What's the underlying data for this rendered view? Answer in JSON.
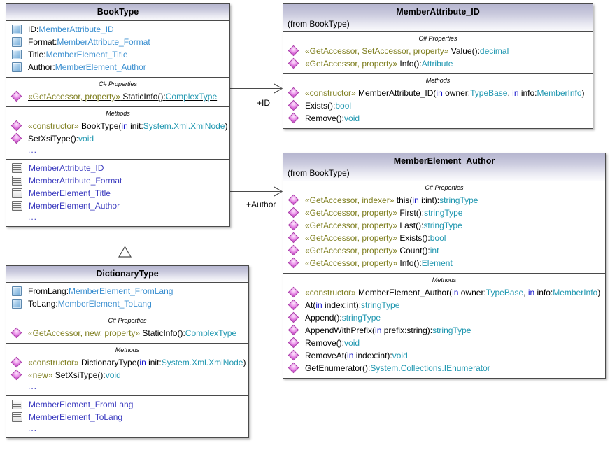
{
  "diagram": {
    "type": "uml-class-diagram",
    "classes": [
      {
        "id": "booktype",
        "name": "BookType",
        "from": "",
        "compartments": [
          {
            "label": "",
            "rows": [
              {
                "icon": "attribute-icon",
                "parts": [
                  {
                    "t": "ID:",
                    "c": "name"
                  },
                  {
                    "t": "MemberAttribute_ID",
                    "c": "attrtype"
                  }
                ]
              },
              {
                "icon": "attribute-icon",
                "parts": [
                  {
                    "t": "Format:",
                    "c": "name"
                  },
                  {
                    "t": "MemberAttribute_Format",
                    "c": "attrtype"
                  }
                ]
              },
              {
                "icon": "attribute-icon",
                "parts": [
                  {
                    "t": "Title:",
                    "c": "name"
                  },
                  {
                    "t": "MemberElement_Title",
                    "c": "attrtype"
                  }
                ]
              },
              {
                "icon": "attribute-icon",
                "parts": [
                  {
                    "t": "Author:",
                    "c": "name"
                  },
                  {
                    "t": "MemberElement_Author",
                    "c": "attrtype"
                  }
                ]
              }
            ]
          },
          {
            "label": "C# Properties",
            "rows": [
              {
                "icon": "operation-icon",
                "static": true,
                "parts": [
                  {
                    "t": "«GetAccessor, property»",
                    "c": "stereo"
                  },
                  {
                    "t": " StaticInfo():",
                    "c": "name"
                  },
                  {
                    "t": "ComplexType",
                    "c": "type"
                  }
                ]
              }
            ]
          },
          {
            "label": "Methods",
            "rows": [
              {
                "icon": "operation-icon",
                "parts": [
                  {
                    "t": "«constructor»",
                    "c": "stereo"
                  },
                  {
                    "t": " BookType(",
                    "c": "name"
                  },
                  {
                    "t": "in",
                    "c": "kw"
                  },
                  {
                    "t": " init:",
                    "c": "name"
                  },
                  {
                    "t": "System.Xml.XmlNode",
                    "c": "type"
                  },
                  {
                    "t": ")",
                    "c": "name"
                  }
                ]
              },
              {
                "icon": "operation-icon",
                "parts": [
                  {
                    "t": "SetXsiType():",
                    "c": "name"
                  },
                  {
                    "t": "void",
                    "c": "type"
                  }
                ]
              }
            ],
            "ellipsis": "..."
          },
          {
            "label": "",
            "rows": [
              {
                "icon": "nested-class-icon",
                "parts": [
                  {
                    "t": "MemberAttribute_ID",
                    "c": "blue"
                  }
                ]
              },
              {
                "icon": "nested-class-icon",
                "parts": [
                  {
                    "t": "MemberAttribute_Format",
                    "c": "blue"
                  }
                ]
              },
              {
                "icon": "nested-class-icon",
                "parts": [
                  {
                    "t": "MemberElement_Title",
                    "c": "blue"
                  }
                ]
              },
              {
                "icon": "nested-class-icon",
                "parts": [
                  {
                    "t": "MemberElement_Author",
                    "c": "blue"
                  }
                ]
              }
            ],
            "ellipsis": "..."
          }
        ]
      },
      {
        "id": "dictionarytype",
        "name": "DictionaryType",
        "from": "",
        "compartments": [
          {
            "label": "",
            "rows": [
              {
                "icon": "attribute-icon",
                "parts": [
                  {
                    "t": "FromLang:",
                    "c": "name"
                  },
                  {
                    "t": "MemberElement_FromLang",
                    "c": "attrtype"
                  }
                ]
              },
              {
                "icon": "attribute-icon",
                "parts": [
                  {
                    "t": "ToLang:",
                    "c": "name"
                  },
                  {
                    "t": "MemberElement_ToLang",
                    "c": "attrtype"
                  }
                ]
              }
            ]
          },
          {
            "label": "C# Properties",
            "rows": [
              {
                "icon": "operation-icon",
                "static": true,
                "parts": [
                  {
                    "t": "«GetAccessor, new, property»",
                    "c": "stereo"
                  },
                  {
                    "t": " StaticInfo():",
                    "c": "name"
                  },
                  {
                    "t": "ComplexType",
                    "c": "type"
                  }
                ]
              }
            ]
          },
          {
            "label": "Methods",
            "rows": [
              {
                "icon": "operation-icon",
                "parts": [
                  {
                    "t": "«constructor»",
                    "c": "stereo"
                  },
                  {
                    "t": " DictionaryType(",
                    "c": "name"
                  },
                  {
                    "t": "in",
                    "c": "kw"
                  },
                  {
                    "t": " init:",
                    "c": "name"
                  },
                  {
                    "t": "System.Xml.XmlNode",
                    "c": "type"
                  },
                  {
                    "t": ")",
                    "c": "name"
                  }
                ]
              },
              {
                "icon": "operation-icon",
                "parts": [
                  {
                    "t": "«new»",
                    "c": "stereo"
                  },
                  {
                    "t": " SetXsiType():",
                    "c": "name"
                  },
                  {
                    "t": "void",
                    "c": "type"
                  }
                ]
              }
            ],
            "ellipsis": "..."
          },
          {
            "label": "",
            "rows": [
              {
                "icon": "nested-class-icon",
                "parts": [
                  {
                    "t": "MemberElement_FromLang",
                    "c": "blue"
                  }
                ]
              },
              {
                "icon": "nested-class-icon",
                "parts": [
                  {
                    "t": "MemberElement_ToLang",
                    "c": "blue"
                  }
                ]
              }
            ],
            "ellipsis": "..."
          }
        ]
      },
      {
        "id": "memberattribute_id",
        "name": "MemberAttribute_ID",
        "from": "(from BookType)",
        "compartments": [
          {
            "label": "C# Properties",
            "rows": [
              {
                "icon": "operation-icon",
                "parts": [
                  {
                    "t": "«GetAccessor, SetAccessor, property»",
                    "c": "stereo"
                  },
                  {
                    "t": " Value():",
                    "c": "name"
                  },
                  {
                    "t": "decimal",
                    "c": "type"
                  }
                ]
              },
              {
                "icon": "operation-icon",
                "parts": [
                  {
                    "t": "«GetAccessor, property»",
                    "c": "stereo"
                  },
                  {
                    "t": " Info():",
                    "c": "name"
                  },
                  {
                    "t": "Attribute",
                    "c": "type"
                  }
                ]
              }
            ]
          },
          {
            "label": "Methods",
            "rows": [
              {
                "icon": "operation-icon",
                "parts": [
                  {
                    "t": "«constructor»",
                    "c": "stereo"
                  },
                  {
                    "t": " MemberAttribute_ID(",
                    "c": "name"
                  },
                  {
                    "t": "in",
                    "c": "kw"
                  },
                  {
                    "t": " owner:",
                    "c": "name"
                  },
                  {
                    "t": "TypeBase",
                    "c": "type"
                  },
                  {
                    "t": ", ",
                    "c": "name"
                  },
                  {
                    "t": "in",
                    "c": "kw"
                  },
                  {
                    "t": " info:",
                    "c": "name"
                  },
                  {
                    "t": "MemberInfo",
                    "c": "type"
                  },
                  {
                    "t": ")",
                    "c": "name"
                  }
                ]
              },
              {
                "icon": "operation-icon",
                "parts": [
                  {
                    "t": "Exists():",
                    "c": "name"
                  },
                  {
                    "t": "bool",
                    "c": "type"
                  }
                ]
              },
              {
                "icon": "operation-icon",
                "parts": [
                  {
                    "t": "Remove():",
                    "c": "name"
                  },
                  {
                    "t": "void",
                    "c": "type"
                  }
                ]
              }
            ]
          }
        ]
      },
      {
        "id": "memberelement_author",
        "name": "MemberElement_Author",
        "from": "(from BookType)",
        "compartments": [
          {
            "label": "C# Properties",
            "rows": [
              {
                "icon": "operation-icon",
                "parts": [
                  {
                    "t": "«GetAccessor, indexer»",
                    "c": "stereo"
                  },
                  {
                    "t": " this(",
                    "c": "name"
                  },
                  {
                    "t": "in",
                    "c": "kw"
                  },
                  {
                    "t": " i:int):",
                    "c": "name"
                  },
                  {
                    "t": "stringType",
                    "c": "type"
                  }
                ]
              },
              {
                "icon": "operation-icon",
                "parts": [
                  {
                    "t": "«GetAccessor, property»",
                    "c": "stereo"
                  },
                  {
                    "t": " First():",
                    "c": "name"
                  },
                  {
                    "t": "stringType",
                    "c": "type"
                  }
                ]
              },
              {
                "icon": "operation-icon",
                "parts": [
                  {
                    "t": "«GetAccessor, property»",
                    "c": "stereo"
                  },
                  {
                    "t": " Last():",
                    "c": "name"
                  },
                  {
                    "t": "stringType",
                    "c": "type"
                  }
                ]
              },
              {
                "icon": "operation-icon",
                "parts": [
                  {
                    "t": "«GetAccessor, property»",
                    "c": "stereo"
                  },
                  {
                    "t": " Exists():",
                    "c": "name"
                  },
                  {
                    "t": "bool",
                    "c": "type"
                  }
                ]
              },
              {
                "icon": "operation-icon",
                "parts": [
                  {
                    "t": "«GetAccessor, property»",
                    "c": "stereo"
                  },
                  {
                    "t": " Count():",
                    "c": "name"
                  },
                  {
                    "t": "int",
                    "c": "type"
                  }
                ]
              },
              {
                "icon": "operation-icon",
                "parts": [
                  {
                    "t": "«GetAccessor, property»",
                    "c": "stereo"
                  },
                  {
                    "t": " Info():",
                    "c": "name"
                  },
                  {
                    "t": "Element",
                    "c": "type"
                  }
                ]
              }
            ]
          },
          {
            "label": "Methods",
            "rows": [
              {
                "icon": "operation-icon",
                "parts": [
                  {
                    "t": "«constructor»",
                    "c": "stereo"
                  },
                  {
                    "t": " MemberElement_Author(",
                    "c": "name"
                  },
                  {
                    "t": "in",
                    "c": "kw"
                  },
                  {
                    "t": " owner:",
                    "c": "name"
                  },
                  {
                    "t": "TypeBase",
                    "c": "type"
                  },
                  {
                    "t": ", ",
                    "c": "name"
                  },
                  {
                    "t": "in",
                    "c": "kw"
                  },
                  {
                    "t": " info:",
                    "c": "name"
                  },
                  {
                    "t": "MemberInfo",
                    "c": "type"
                  },
                  {
                    "t": ")",
                    "c": "name"
                  }
                ]
              },
              {
                "icon": "operation-icon",
                "parts": [
                  {
                    "t": "At(",
                    "c": "name"
                  },
                  {
                    "t": "in",
                    "c": "kw"
                  },
                  {
                    "t": " index:int):",
                    "c": "name"
                  },
                  {
                    "t": "stringType",
                    "c": "type"
                  }
                ]
              },
              {
                "icon": "operation-icon",
                "parts": [
                  {
                    "t": "Append():",
                    "c": "name"
                  },
                  {
                    "t": "stringType",
                    "c": "type"
                  }
                ]
              },
              {
                "icon": "operation-icon",
                "parts": [
                  {
                    "t": "AppendWithPrefix(",
                    "c": "name"
                  },
                  {
                    "t": "in",
                    "c": "kw"
                  },
                  {
                    "t": " prefix:string):",
                    "c": "name"
                  },
                  {
                    "t": "stringType",
                    "c": "type"
                  }
                ]
              },
              {
                "icon": "operation-icon",
                "parts": [
                  {
                    "t": "Remove():",
                    "c": "name"
                  },
                  {
                    "t": "void",
                    "c": "type"
                  }
                ]
              },
              {
                "icon": "operation-icon",
                "parts": [
                  {
                    "t": "RemoveAt(",
                    "c": "name"
                  },
                  {
                    "t": "in",
                    "c": "kw"
                  },
                  {
                    "t": " index:int):",
                    "c": "name"
                  },
                  {
                    "t": "void",
                    "c": "type"
                  }
                ]
              },
              {
                "icon": "operation-icon",
                "parts": [
                  {
                    "t": "GetEnumerator():",
                    "c": "name"
                  },
                  {
                    "t": "System.Collections.IEnumerator",
                    "c": "type"
                  }
                ]
              }
            ]
          }
        ]
      }
    ],
    "connectors": [
      {
        "id": "assoc-id",
        "label": "+ID",
        "from": "BookType",
        "to": "MemberAttribute_ID",
        "kind": "association-directed"
      },
      {
        "id": "assoc-author",
        "label": "+Author",
        "from": "BookType",
        "to": "MemberElement_Author",
        "kind": "association-directed"
      },
      {
        "id": "gen-dictionary",
        "label": "",
        "from": "DictionaryType",
        "to": "BookType",
        "kind": "generalization"
      }
    ]
  },
  "colors": {
    "header_top": "#b6b6cf",
    "header_bottom": "#fbfbfd",
    "border": "#4a4a4a",
    "stereotype_text": "#7f7f20",
    "type_text": "#1f97b0",
    "keyword_text": "#1414cc",
    "nested_class_text": "#3b3bbf",
    "attribute_type_text": "#3b8fd0"
  }
}
